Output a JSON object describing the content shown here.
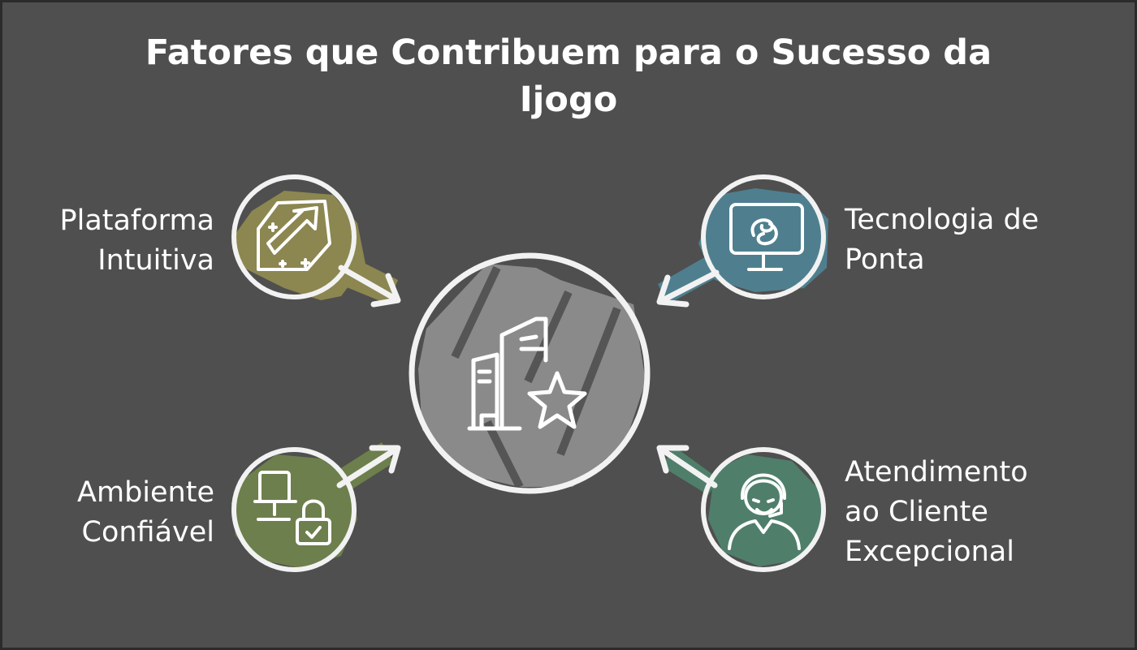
{
  "title": {
    "line1": "Fatores que Contribuem para o Sucesso da",
    "line2": "Ijogo"
  },
  "center": {
    "icon": "buildings-star-icon",
    "color": "#8a8a8a"
  },
  "factors": [
    {
      "id": "plataforma",
      "lines": [
        "Plataforma",
        "Intuitiva"
      ],
      "icon": "arrow-box-icon",
      "color": "#8c8650"
    },
    {
      "id": "tecnologia",
      "lines": [
        "Tecnologia de",
        "Ponta"
      ],
      "icon": "monitor-icon",
      "color": "#4f7f8f"
    },
    {
      "id": "ambiente",
      "lines": [
        "Ambiente",
        "Confiável"
      ],
      "icon": "computer-lock-icon",
      "color": "#6d7f4c"
    },
    {
      "id": "atendimento",
      "lines": [
        "Atendimento",
        "ao Cliente",
        "Excepcional"
      ],
      "icon": "support-agent-icon",
      "color": "#4f7f6b"
    }
  ]
}
